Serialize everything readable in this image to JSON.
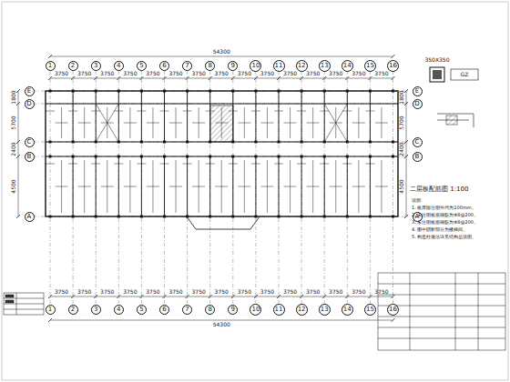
{
  "diagram": {
    "nodes": [
      {
        "text": [
          "1"
        ]
      },
      {
        "text": [
          "2"
        ]
      },
      {
        "text": [
          "3"
        ]
      },
      {
        "text": [
          "4"
        ]
      },
      {
        "text": [
          "5"
        ]
      },
      {
        "text": [
          "6"
        ]
      },
      {
        "text": [
          "7"
        ]
      },
      {
        "text": [
          "8"
        ]
      },
      {
        "text": [
          "9"
        ]
      },
      {
        "text": [
          "10"
        ]
      },
      {
        "text": [
          "11"
        ]
      },
      {
        "text": [
          "12"
        ]
      },
      {
        "text": [
          "13"
        ]
      },
      {
        "text": [
          "14"
        ]
      },
      {
        "text": [
          "15"
        ]
      },
      {
        "text": [
          "16"
        ]
      },
      {
        "text": [
          "E"
        ]
      },
      {
        "text": [
          "D"
        ]
      },
      {
        "text": [
          "C"
        ]
      },
      {
        "text": [
          "B"
        ]
      },
      {
        "text": [
          "A"
        ]
      },
      {
        "text": [
          "E"
        ]
      },
      {
        "text": [
          "D"
        ]
      },
      {
        "text": [
          "C"
        ]
      },
      {
        "text": [
          "B"
        ]
      },
      {
        "text": [
          "A"
        ]
      },
      {
        "text": [
          "1"
        ]
      },
      {
        "text": [
          "2"
        ]
      },
      {
        "text": [
          "3"
        ]
      },
      {
        "text": [
          "4"
        ]
      },
      {
        "text": [
          "5"
        ]
      },
      {
        "text": [
          "6"
        ]
      },
      {
        "text": [
          "7"
        ]
      },
      {
        "text": [
          "8"
        ]
      },
      {
        "text": [
          "9"
        ]
      },
      {
        "text": [
          "10"
        ]
      },
      {
        "text": [
          "11"
        ]
      },
      {
        "text": [
          "12"
        ]
      },
      {
        "text": [
          "13"
        ]
      },
      {
        "text": [
          "14"
        ]
      },
      {
        "text": [
          "15"
        ]
      },
      {
        "text": [
          "16"
        ]
      }
    ],
    "labels": [
      "54300",
      "3750",
      "3750",
      "3750",
      "3750",
      "3750",
      "3750",
      "3750",
      "3750",
      "3750",
      "3750",
      "3750",
      "3750",
      "3750",
      "3750",
      "3750",
      "3750",
      "3750",
      "3750",
      "3750",
      "3750",
      "3750",
      "3750",
      "3750",
      "3750",
      "3750",
      "3750",
      "3750",
      "3750",
      "3750",
      "3750",
      "54300",
      "1800",
      "5700",
      "2400",
      "4500",
      "1800",
      "5700",
      "2400",
      "4500",
      "350X350",
      "GZ",
      "二层板配筋图 1:100",
      "说明:",
      "1. 板厚除注明外均为100mm。",
      "2. 未注明板底钢筋为Φ8@200。",
      "3. 未注明板面钢筋为Φ8@200。",
      "4. 图中阴影部分为楼梯间。",
      "5. 构造柱做法详见结构总说明。"
    ]
  }
}
